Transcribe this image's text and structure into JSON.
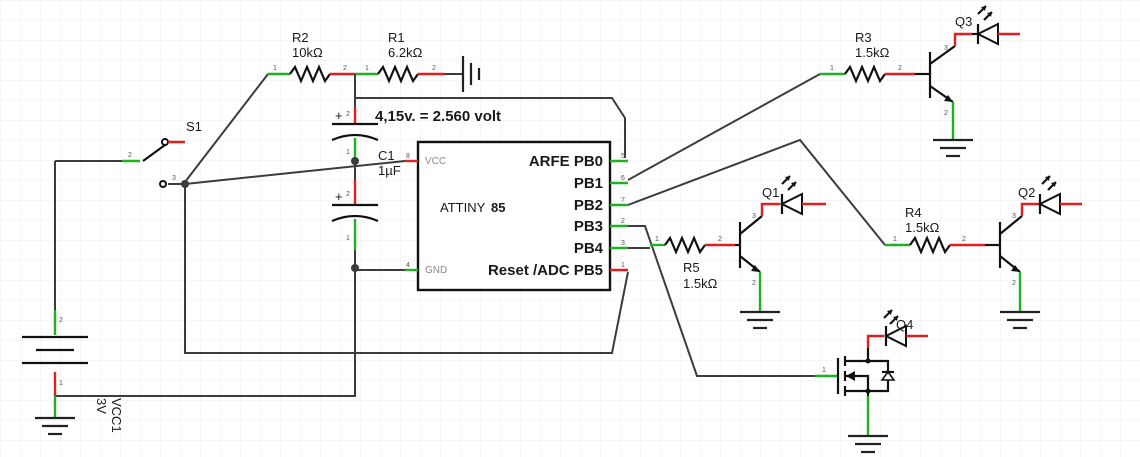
{
  "components": {
    "r1": {
      "ref": "R1",
      "value": "6.2kΩ"
    },
    "r2": {
      "ref": "R2",
      "value": "10kΩ"
    },
    "r3": {
      "ref": "R3",
      "value": "1.5kΩ"
    },
    "r4": {
      "ref": "R4",
      "value": "1.5kΩ"
    },
    "r5": {
      "ref": "R5",
      "value": "1.5kΩ"
    },
    "s1": {
      "ref": "S1"
    },
    "c1": {
      "ref": "C1",
      "value": "1µF"
    },
    "vcc1": {
      "ref": "VCC1",
      "value": "3V"
    },
    "q1": {
      "ref": "Q1"
    },
    "q2": {
      "ref": "Q2"
    },
    "q3": {
      "ref": "Q3"
    },
    "q4": {
      "ref": "Q4"
    }
  },
  "chip": {
    "name": "ATTINY",
    "suffix": "85",
    "vcc_label": "VCC",
    "gnd_label": "GND",
    "pins": [
      "ARFE PB0",
      "PB1",
      "PB2",
      "PB3",
      "PB4",
      "Reset /ADC PB5"
    ]
  },
  "annotation": "4,15v. = 2.560 volt",
  "colors": {
    "wire": "#3c3c3c",
    "pin_red": "#e02020",
    "pin_green": "#20b020",
    "grid": "#e9eef5"
  }
}
